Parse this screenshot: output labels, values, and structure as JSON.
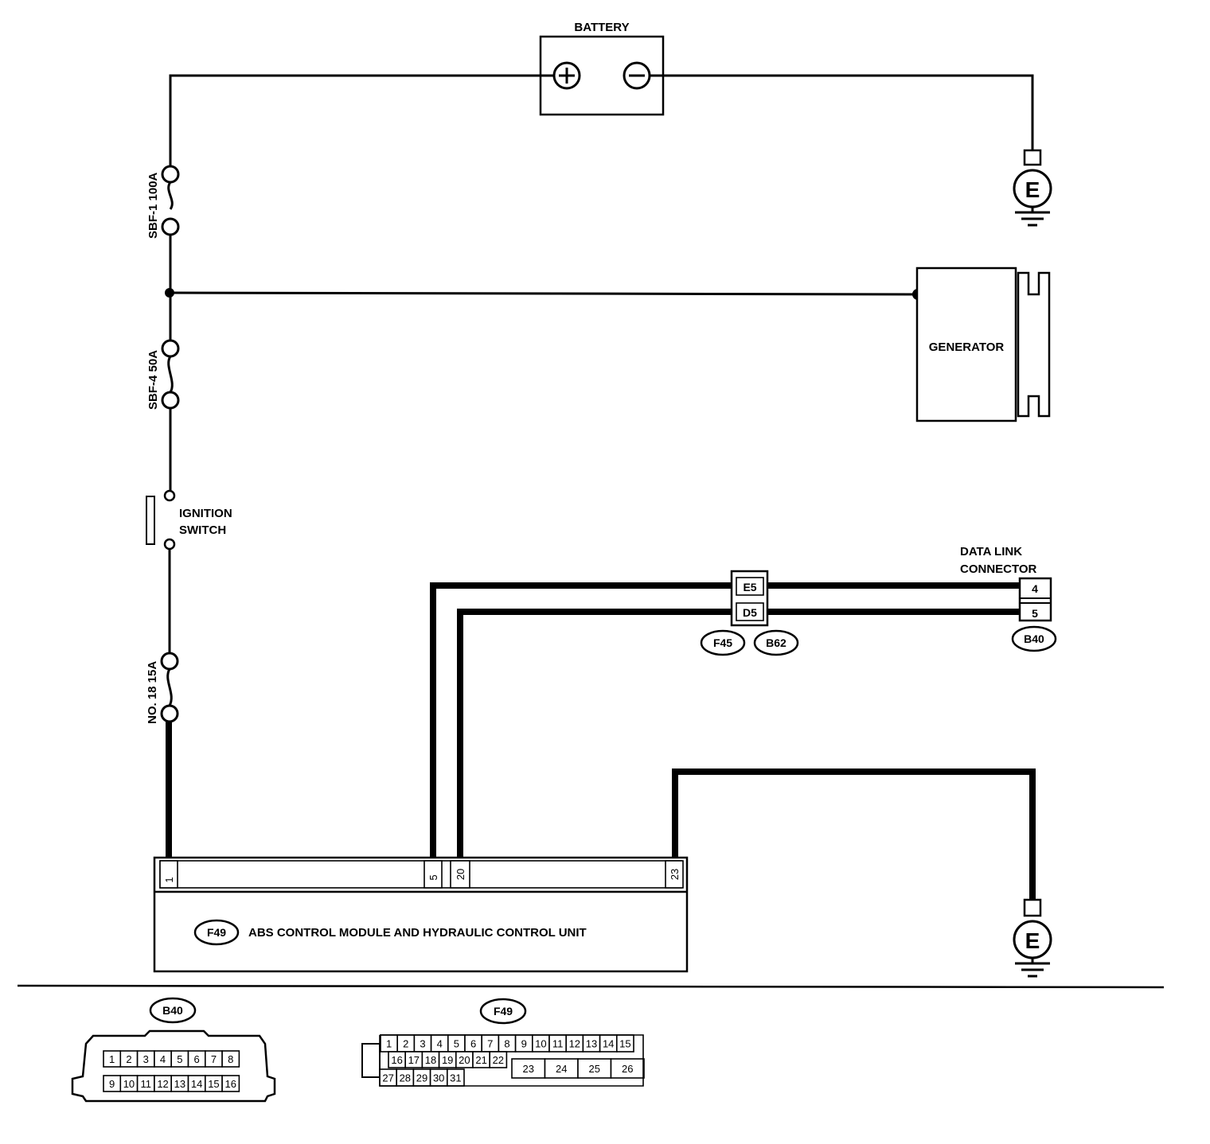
{
  "battery": {
    "label": "BATTERY",
    "positive": "+",
    "negative": "−"
  },
  "ground_symbol": "E",
  "fuses": {
    "sbf1": "SBF-1 100A",
    "sbf4": "SBF-4 50A",
    "no18": "NO. 18 15A"
  },
  "ignition_switch": {
    "line1": "IGNITION",
    "line2": "SWITCH"
  },
  "generator": {
    "label": "GENERATOR"
  },
  "data_link": {
    "line1": "DATA LINK",
    "line2": "CONNECTOR",
    "pins": [
      "4",
      "5"
    ],
    "connector_id": "B40"
  },
  "joint_connector": {
    "pins": [
      "E5",
      "D5"
    ],
    "ids": [
      "F45",
      "B62"
    ]
  },
  "abs_module": {
    "connector_id": "F49",
    "label": "ABS CONTROL MODULE AND HYDRAULIC CONTROL UNIT",
    "pins": [
      "1",
      "5",
      "20",
      "23"
    ]
  },
  "b40_face": {
    "id": "B40",
    "row1": [
      "1",
      "2",
      "3",
      "4",
      "5",
      "6",
      "7",
      "8"
    ],
    "row2": [
      "9",
      "10",
      "11",
      "12",
      "13",
      "14",
      "15",
      "16"
    ]
  },
  "f49_face": {
    "id": "F49",
    "row1": [
      "1",
      "2",
      "3",
      "4",
      "5",
      "6",
      "7",
      "8",
      "9",
      "10",
      "11",
      "12",
      "13",
      "14",
      "15"
    ],
    "row2": [
      "16",
      "17",
      "18",
      "19",
      "20",
      "21",
      "22"
    ],
    "row2b": [
      "23",
      "24",
      "25",
      "26"
    ],
    "row3": [
      "27",
      "28",
      "29",
      "30",
      "31"
    ]
  }
}
